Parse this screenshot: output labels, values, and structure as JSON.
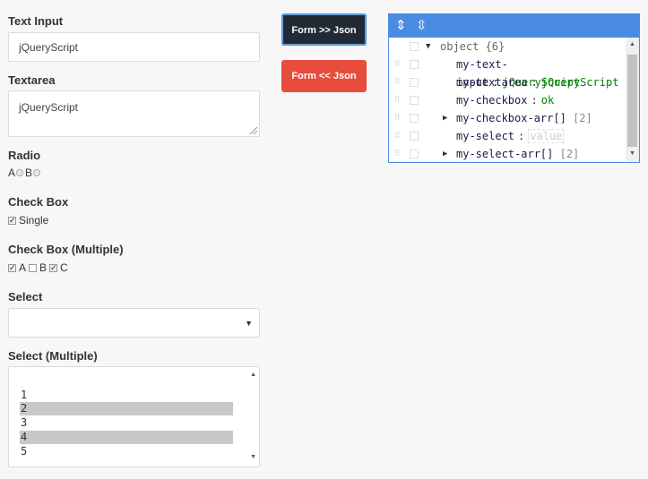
{
  "text_input": {
    "label": "Text Input",
    "value": "jQueryScript"
  },
  "textarea": {
    "label": "Textarea",
    "value": "jQueryScript"
  },
  "radio": {
    "label": "Radio",
    "options": [
      "A",
      "B"
    ]
  },
  "checkbox": {
    "label": "Check Box",
    "option": "Single",
    "checked": true
  },
  "checkbox_multi": {
    "label": "Check Box (Multiple)",
    "options": [
      {
        "label": "A",
        "checked": true
      },
      {
        "label": "B",
        "checked": false
      },
      {
        "label": "C",
        "checked": true
      }
    ]
  },
  "select": {
    "label": "Select",
    "value": ""
  },
  "select_multi": {
    "label": "Select (Multiple)",
    "options": [
      {
        "label": "1",
        "selected": false
      },
      {
        "label": "2",
        "selected": true
      },
      {
        "label": "3",
        "selected": false
      },
      {
        "label": "4",
        "selected": true
      },
      {
        "label": "5",
        "selected": false
      }
    ]
  },
  "buttons": {
    "to_json": "Form >> Json",
    "from_json": "Form << Json"
  },
  "json_editor": {
    "root_label": "object {6}",
    "rows": [
      {
        "key": "my-text-input",
        "value": "jQueryScript",
        "type": "string"
      },
      {
        "key": "my-textarea",
        "value": "jQueryScript",
        "type": "string"
      },
      {
        "key": "my-checkbox",
        "value": "ok",
        "type": "string"
      },
      {
        "key": "my-checkbox-arr[]",
        "value": "[2]",
        "type": "array"
      },
      {
        "key": "my-select",
        "value": "value",
        "type": "empty"
      },
      {
        "key": "my-select-arr[]",
        "value": "[2]",
        "type": "array"
      }
    ]
  },
  "colors": {
    "accent_blue": "#4a8ce4",
    "dark_button": "#222a36",
    "red_button": "#e84c3d",
    "string_value": "#008000",
    "selected_option": "#c8c8c8"
  }
}
